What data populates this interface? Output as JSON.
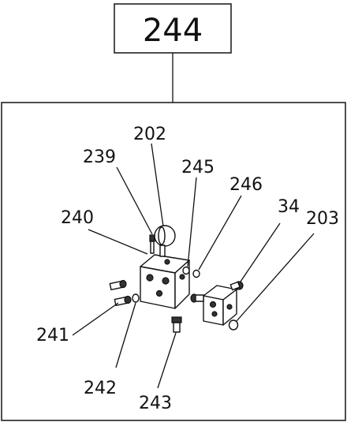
{
  "assembly": {
    "number": "244"
  },
  "callouts": [
    {
      "id": "202",
      "label": "202"
    },
    {
      "id": "239",
      "label": "239"
    },
    {
      "id": "245",
      "label": "245"
    },
    {
      "id": "246",
      "label": "246"
    },
    {
      "id": "240",
      "label": "240"
    },
    {
      "id": "34",
      "label": "34"
    },
    {
      "id": "203",
      "label": "203"
    },
    {
      "id": "241",
      "label": "241"
    },
    {
      "id": "242",
      "label": "242"
    },
    {
      "id": "243",
      "label": "243"
    }
  ]
}
